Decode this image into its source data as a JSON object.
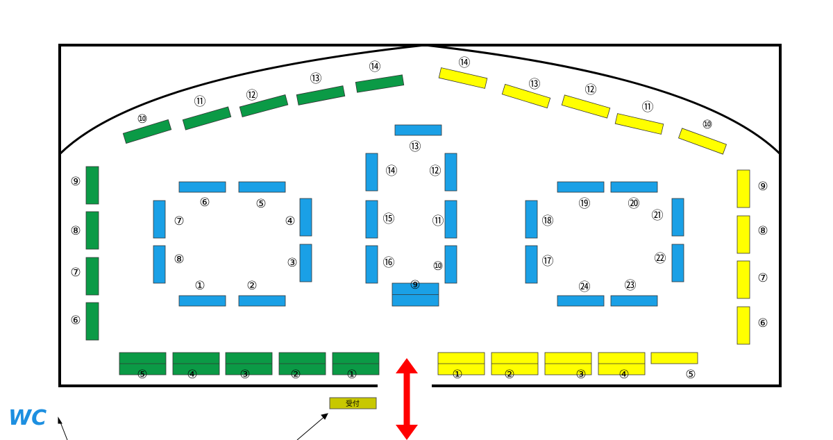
{
  "colors": {
    "green": "#0b9a46",
    "blue": "#1aa0e6",
    "yellow": "#ffff00",
    "reception": "#c8c800",
    "arrow": "#ff0000",
    "wc": "#1d8fe0"
  },
  "wc": {
    "label": "WC"
  },
  "reception": {
    "label": "受付"
  },
  "labels": {
    "green_top": [
      "⑩",
      "⑪",
      "⑫",
      "⑬",
      "⑭"
    ],
    "yellow_top": [
      "⑭",
      "⑬",
      "⑫",
      "⑪",
      "⑩"
    ],
    "green_left": [
      "⑨",
      "⑧",
      "⑦",
      "⑥"
    ],
    "yellow_right": [
      "⑨",
      "⑧",
      "⑦",
      "⑥"
    ],
    "green_bottom": [
      "⑤",
      "④",
      "③",
      "②",
      "①"
    ],
    "yellow_bottom": [
      "①",
      "②",
      "③",
      "④",
      "⑤"
    ],
    "blue_left": [
      "⑥",
      "⑤",
      "⑦",
      "④",
      "⑧",
      "③",
      "①",
      "②"
    ],
    "blue_center": [
      "⑬",
      "⑭",
      "⑫",
      "⑮",
      "⑪",
      "⑯",
      "⑩",
      "⑨"
    ],
    "blue_right": [
      "⑲",
      "⑳",
      "㉑",
      "⑱",
      "⑰",
      "㉒",
      "㉔",
      "㉓"
    ]
  }
}
